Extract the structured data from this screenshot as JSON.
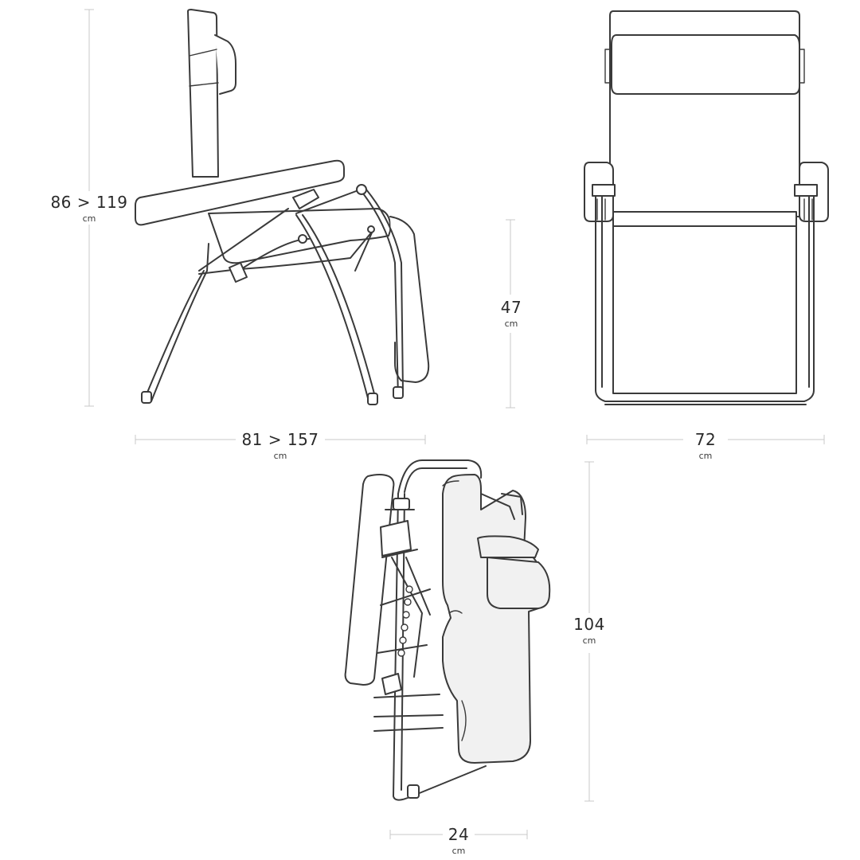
{
  "colors": {
    "line": "#3a3a3a",
    "dimension_line": "#c8c8c8",
    "text": "#2a2a2a",
    "background": "#ffffff",
    "fabric_fill": "#f1f1f1"
  },
  "dimensions": {
    "height": {
      "value": "86 > 119",
      "unit": "cm"
    },
    "seat_height": {
      "value": "47",
      "unit": "cm"
    },
    "length": {
      "value": "81 > 157",
      "unit": "cm"
    },
    "width": {
      "value": "72",
      "unit": "cm"
    },
    "folded_height": {
      "value": "104",
      "unit": "cm"
    },
    "folded_depth": {
      "value": "24",
      "unit": "cm"
    }
  }
}
